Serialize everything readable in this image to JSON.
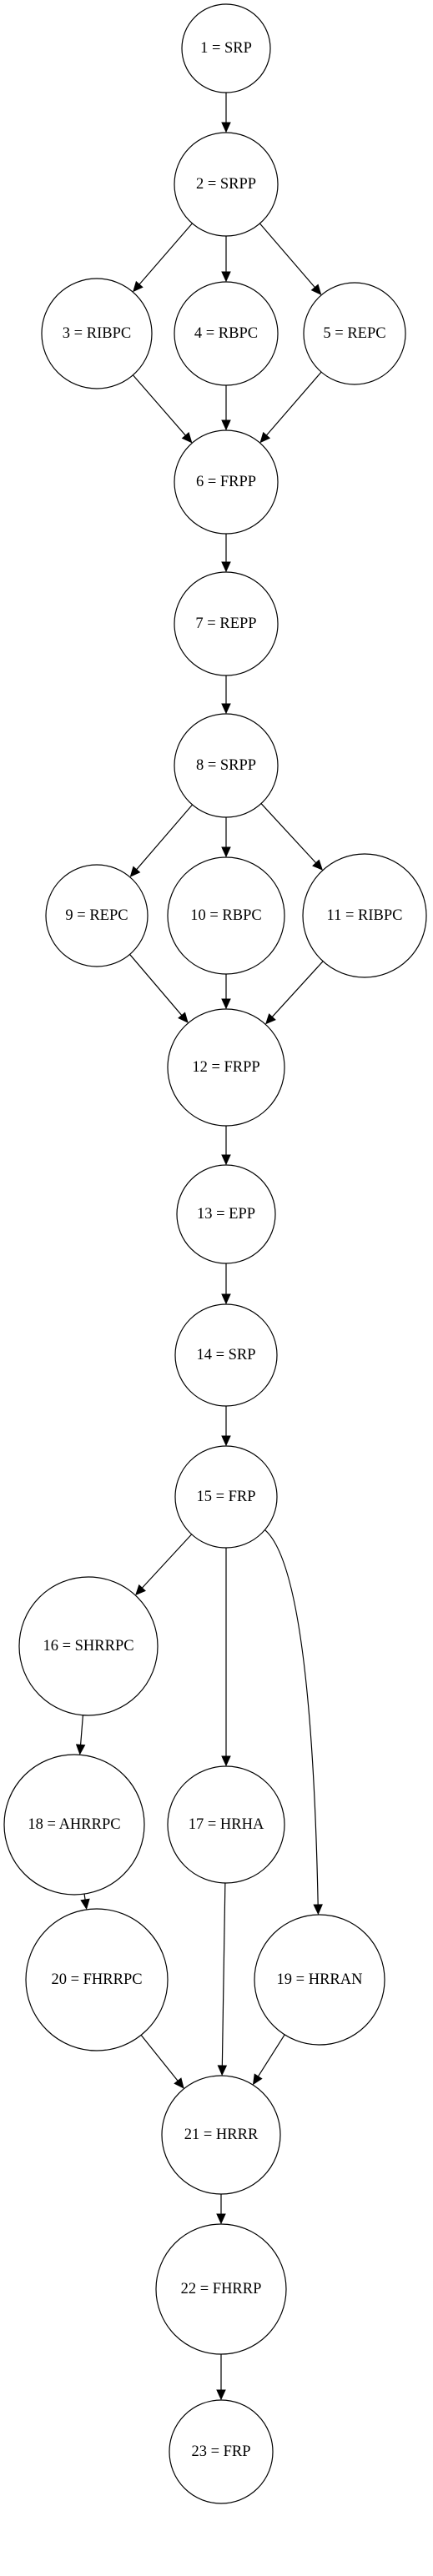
{
  "graph": {
    "nodes": [
      {
        "id": "n1",
        "label": "1 = SRP"
      },
      {
        "id": "n2",
        "label": "2 = SRPP"
      },
      {
        "id": "n3",
        "label": "3 = RIBPC"
      },
      {
        "id": "n4",
        "label": "4 = RBPC"
      },
      {
        "id": "n5",
        "label": "5 = REPC"
      },
      {
        "id": "n6",
        "label": "6 = FRPP"
      },
      {
        "id": "n7",
        "label": "7 = REPP"
      },
      {
        "id": "n8",
        "label": "8 = SRPP"
      },
      {
        "id": "n9",
        "label": "9 = REPC"
      },
      {
        "id": "n10",
        "label": "10 = RBPC"
      },
      {
        "id": "n11",
        "label": "11 = RIBPC"
      },
      {
        "id": "n12",
        "label": "12 = FRPP"
      },
      {
        "id": "n13",
        "label": "13 = EPP"
      },
      {
        "id": "n14",
        "label": "14 = SRP"
      },
      {
        "id": "n15",
        "label": "15 = FRP"
      },
      {
        "id": "n16",
        "label": "16 = SHRRPC"
      },
      {
        "id": "n17",
        "label": "17 = HRHA"
      },
      {
        "id": "n18",
        "label": "18 = AHRRPC"
      },
      {
        "id": "n19",
        "label": "19 = HRRAN"
      },
      {
        "id": "n20",
        "label": "20 = FHRRPC"
      },
      {
        "id": "n21",
        "label": "21 = HRRR"
      },
      {
        "id": "n22",
        "label": "22 = FHRRP"
      },
      {
        "id": "n23",
        "label": "23 = FRP"
      }
    ],
    "edges": [
      {
        "from": "n1",
        "to": "n2"
      },
      {
        "from": "n2",
        "to": "n3"
      },
      {
        "from": "n2",
        "to": "n4"
      },
      {
        "from": "n2",
        "to": "n5"
      },
      {
        "from": "n3",
        "to": "n6"
      },
      {
        "from": "n4",
        "to": "n6"
      },
      {
        "from": "n5",
        "to": "n6"
      },
      {
        "from": "n6",
        "to": "n7"
      },
      {
        "from": "n7",
        "to": "n8"
      },
      {
        "from": "n8",
        "to": "n9"
      },
      {
        "from": "n8",
        "to": "n10"
      },
      {
        "from": "n8",
        "to": "n11"
      },
      {
        "from": "n9",
        "to": "n12"
      },
      {
        "from": "n10",
        "to": "n12"
      },
      {
        "from": "n11",
        "to": "n12"
      },
      {
        "from": "n12",
        "to": "n13"
      },
      {
        "from": "n13",
        "to": "n14"
      },
      {
        "from": "n14",
        "to": "n15"
      },
      {
        "from": "n15",
        "to": "n16"
      },
      {
        "from": "n15",
        "to": "n17"
      },
      {
        "from": "n15",
        "to": "n19"
      },
      {
        "from": "n16",
        "to": "n18"
      },
      {
        "from": "n18",
        "to": "n20"
      },
      {
        "from": "n17",
        "to": "n21"
      },
      {
        "from": "n20",
        "to": "n21"
      },
      {
        "from": "n19",
        "to": "n21"
      },
      {
        "from": "n21",
        "to": "n22"
      },
      {
        "from": "n22",
        "to": "n23"
      }
    ]
  }
}
